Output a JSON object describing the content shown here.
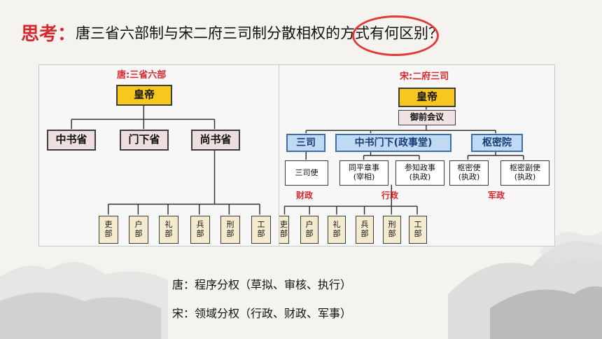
{
  "title": {
    "keyword": "思考：",
    "question": "唐三省六部制与宋二府三司制分散相权的方式有何区别？"
  },
  "tang": {
    "title": "唐:三省六部",
    "emperor": "皇帝",
    "sheng": [
      "中书省",
      "门下省",
      "尚书省"
    ],
    "bu": [
      "吏\n部",
      "户\n部",
      "礼\n部",
      "兵\n部",
      "刑\n部",
      "工\n部"
    ]
  },
  "song": {
    "title": "宋:二府三司",
    "emperor": "皇帝",
    "council": "御前会议",
    "branches": [
      "三司",
      "中书门下(政事堂)",
      "枢密院"
    ],
    "officials": [
      "三司使",
      "同平章事\n(宰相)",
      "参知政事\n(执政)",
      "枢密使\n(执政)",
      "枢密副使\n(执政)"
    ],
    "labels": [
      "财政",
      "行政",
      "军政"
    ],
    "bu": [
      "吏\n部",
      "户\n部",
      "礼\n部",
      "兵\n部",
      "刑\n部",
      "工\n部"
    ]
  },
  "conclusions": [
    "唐：程序分权（草拟、审核、执行）",
    "宋：领域分权（行政、财政、军事）"
  ],
  "colors": {
    "accent_red": "#d6282e",
    "emperor_yellow": "#f6c71c",
    "sheng_pink": "#efdede",
    "song_blue": "#bfdaf2"
  }
}
